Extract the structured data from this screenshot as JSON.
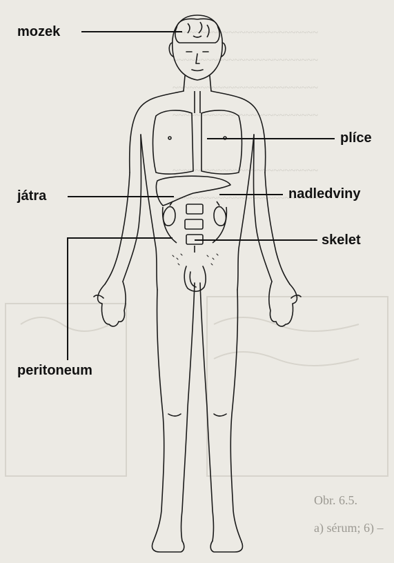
{
  "labels": {
    "brain": "mozek",
    "lungs": "plíce",
    "liver": "játra",
    "adrenals": "nadledviny",
    "skeleton": "skelet",
    "peritoneum": "peritoneum"
  },
  "background_caption": {
    "line1": "Obr. 6.5.",
    "line2": "a) sérum; 6) –"
  },
  "colors": {
    "background": "#eceae4",
    "line": "#1a1a1a",
    "ghost_text": "#b9b6ae"
  }
}
